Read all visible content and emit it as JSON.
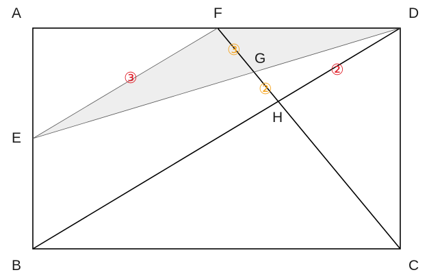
{
  "diagram": {
    "vertices": {
      "A": "A",
      "B": "B",
      "C": "C",
      "D": "D",
      "E": "E",
      "F": "F",
      "G": "G",
      "H": "H"
    },
    "segment_markers": [
      {
        "id": "marker-be-ef",
        "text": "③",
        "color": "#e0202a"
      },
      {
        "id": "marker-ed-hd",
        "text": "②",
        "color": "#e0202a"
      },
      {
        "id": "marker-fg",
        "text": "③",
        "color": "#f5a623"
      },
      {
        "id": "marker-gh",
        "text": "②",
        "color": "#f5a623"
      }
    ],
    "colors": {
      "lines": "#000000",
      "shaded_fill": "#eeeeee",
      "red_marker": "#e0202a",
      "orange_marker": "#f5a623"
    }
  }
}
